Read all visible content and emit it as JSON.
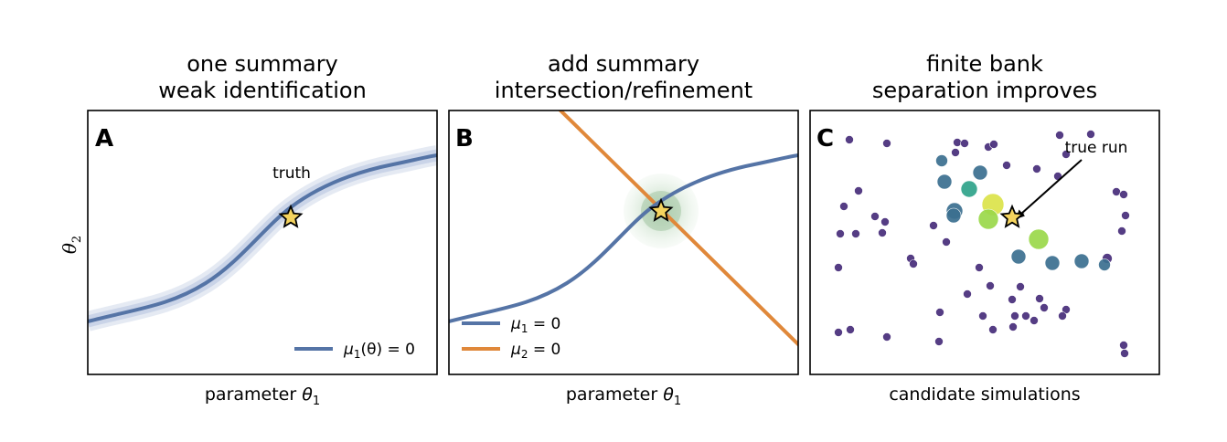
{
  "figure": {
    "ylabel": "θ",
    "ylabel_sub": "2"
  },
  "panels": [
    {
      "letter": "A",
      "title_lines": [
        "one summary",
        "weak identification"
      ],
      "xlabel_text": "parameter ",
      "xlabel_var": "θ",
      "xlabel_sub": "1",
      "annotation": "truth",
      "legend": [
        {
          "label_math": "μ",
          "label_sub": "1",
          "label_rest": "(θ) = 0",
          "color": "#5574a6"
        }
      ]
    },
    {
      "letter": "B",
      "title_lines": [
        "add summary",
        "intersection/refinement"
      ],
      "xlabel_text": "parameter ",
      "xlabel_var": "θ",
      "xlabel_sub": "1",
      "legend": [
        {
          "label_math": "μ",
          "label_sub": "1",
          "label_rest": " = 0",
          "color": "#5574a6"
        },
        {
          "label_math": "μ",
          "label_sub": "2",
          "label_rest": " = 0",
          "color": "#e0883a"
        }
      ]
    },
    {
      "letter": "C",
      "title_lines": [
        "finite bank",
        "separation improves"
      ],
      "xlabel_text": "candidate simulations",
      "annotation": "true run"
    }
  ],
  "colors": {
    "mu1": "#5574a6",
    "mu2": "#e0883a",
    "star_fill": "#f4d35e",
    "band": "#b5c3de",
    "halo": "#8fbf8f",
    "viridis_dark": "#472c7a",
    "viridis_blue": "#3b6f8f",
    "viridis_teal": "#2fa38a",
    "viridis_green": "#9ad84a",
    "viridis_yellow": "#dbe34a"
  },
  "icons": [
    "star-icon"
  ]
}
